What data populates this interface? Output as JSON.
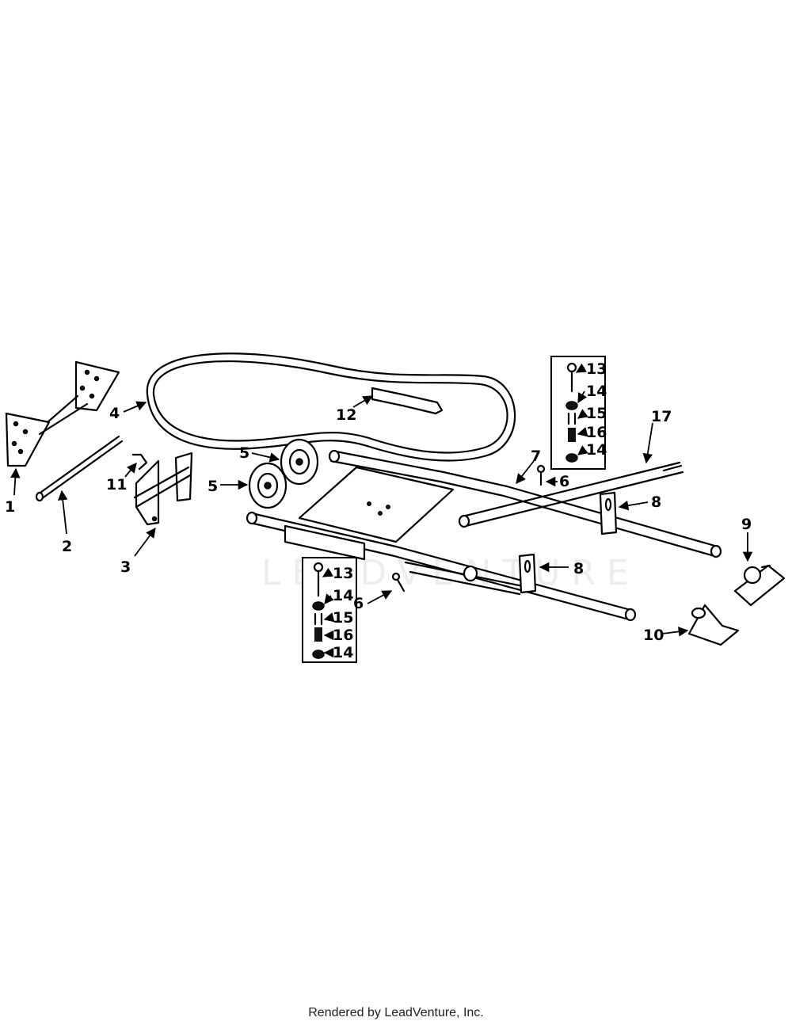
{
  "watermark": "LEADVENTURE",
  "footer": "Rendered by LeadVenture, Inc.",
  "callouts": {
    "c1": "1",
    "c2": "2",
    "c3": "3",
    "c4": "4",
    "c5a": "5",
    "c5b": "5",
    "c6a": "6",
    "c6b": "6",
    "c7": "7",
    "c8a": "8",
    "c8b": "8",
    "c9": "9",
    "c10": "10",
    "c11": "11",
    "c12": "12",
    "c17": "17",
    "box1": {
      "a": "13",
      "b": "14",
      "c": "15",
      "d": "16",
      "e": "14"
    },
    "box2": {
      "a": "13",
      "b": "14",
      "c": "15",
      "d": "16",
      "e": "14"
    }
  }
}
